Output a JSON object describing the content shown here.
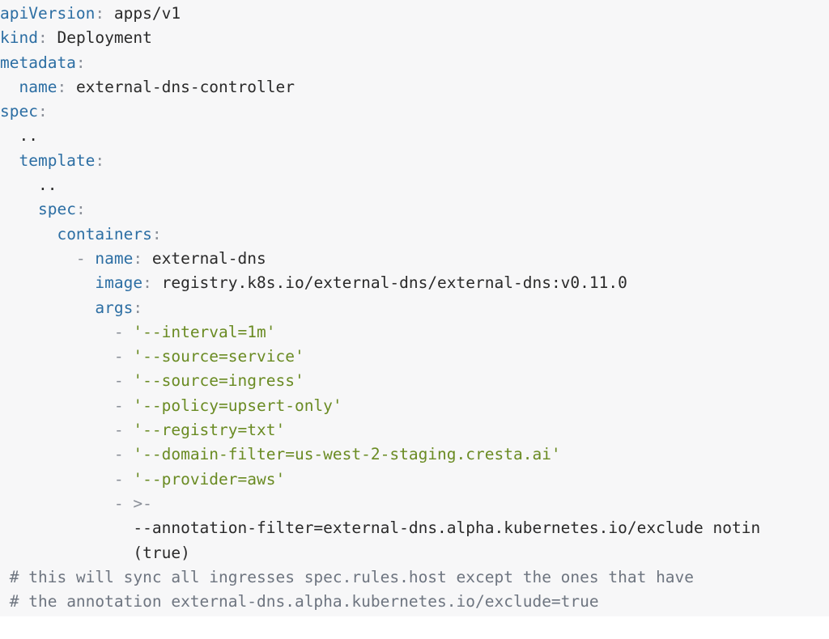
{
  "code": {
    "lines": [
      {
        "indent": "",
        "key": "apiVersion",
        "colon": ":",
        "value": " apps/v1"
      },
      {
        "indent": "",
        "key": "kind",
        "colon": ":",
        "value": " Deployment"
      },
      {
        "indent": "",
        "key": "metadata",
        "colon": ":",
        "value": ""
      },
      {
        "indent": "  ",
        "key": "name",
        "colon": ":",
        "value": " external-dns-controller"
      },
      {
        "indent": "",
        "key": "spec",
        "colon": ":",
        "value": ""
      },
      {
        "indent": "  ",
        "key": "",
        "colon": "",
        "value": ".."
      },
      {
        "indent": "  ",
        "key": "template",
        "colon": ":",
        "value": ""
      },
      {
        "indent": "    ",
        "key": "",
        "colon": "",
        "value": ".."
      },
      {
        "indent": "    ",
        "key": "spec",
        "colon": ":",
        "value": ""
      },
      {
        "indent": "      ",
        "key": "containers",
        "colon": ":",
        "value": ""
      },
      {
        "indent": "        ",
        "dash": "- ",
        "key": "name",
        "colon": ":",
        "value": " external-dns"
      },
      {
        "indent": "          ",
        "key": "image",
        "colon": ":",
        "value": " registry.k8s.io/external-dns/external-dns:v0.11.0"
      },
      {
        "indent": "          ",
        "key": "args",
        "colon": ":",
        "value": ""
      },
      {
        "indent": "            ",
        "dash": "- ",
        "string": "'--interval=1m'"
      },
      {
        "indent": "            ",
        "dash": "- ",
        "string": "'--source=service'"
      },
      {
        "indent": "            ",
        "dash": "- ",
        "string": "'--source=ingress'"
      },
      {
        "indent": "            ",
        "dash": "- ",
        "string": "'--policy=upsert-only'"
      },
      {
        "indent": "            ",
        "dash": "- ",
        "string": "'--registry=txt'"
      },
      {
        "indent": "            ",
        "dash": "- ",
        "string": "'--domain-filter=us-west-2-staging.cresta.ai'"
      },
      {
        "indent": "            ",
        "dash": "- ",
        "string": "'--provider=aws'"
      },
      {
        "indent": "            ",
        "dash": "- ",
        "block": ">-"
      },
      {
        "indent": "              ",
        "value": "--annotation-filter=external-dns.alpha.kubernetes.io/exclude notin"
      },
      {
        "indent": "              ",
        "value": "(true)"
      },
      {
        "indent": " ",
        "comment": "# this will sync all ingresses spec.rules.host except the ones that have"
      },
      {
        "indent": " ",
        "comment": "# the annotation external-dns.alpha.kubernetes.io/exclude=true"
      }
    ]
  },
  "colors": {
    "background": "#f7f7f8",
    "key": "#2c6ea3",
    "string": "#6a8b23",
    "comment": "#6e7580"
  }
}
